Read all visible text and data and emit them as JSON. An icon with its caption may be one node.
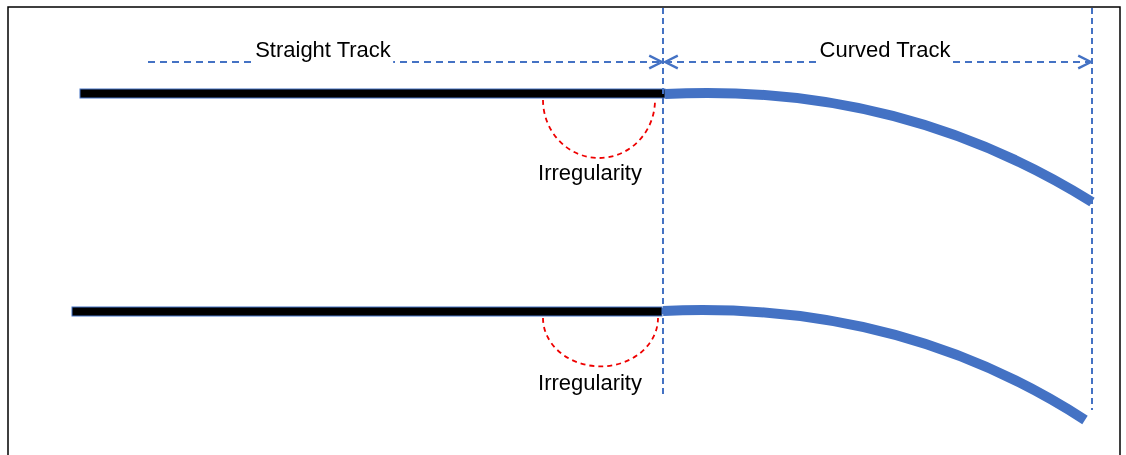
{
  "diagram": {
    "labels": [
      "Straight Track",
      "Curved Track",
      "Irregularity",
      "Irregularity"
    ]
  }
}
